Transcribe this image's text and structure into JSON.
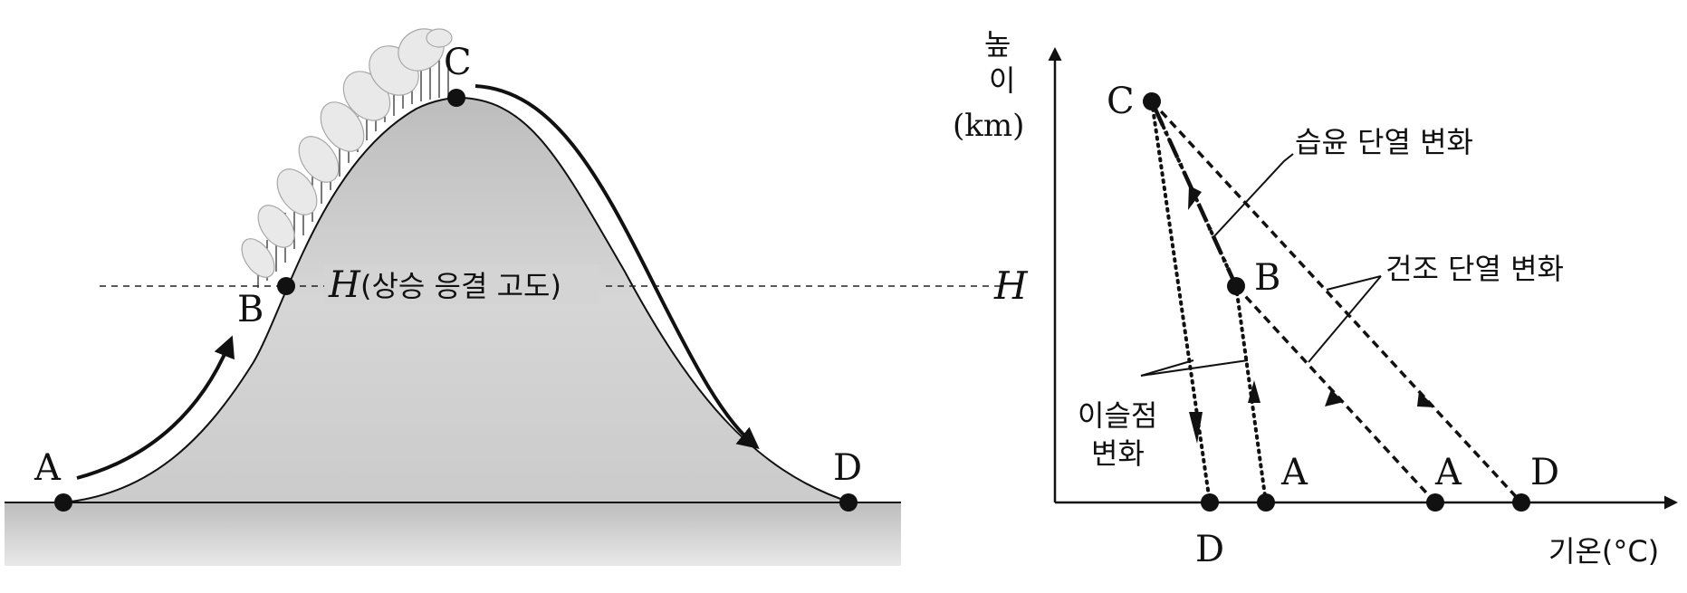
{
  "mountain": {
    "points": {
      "a": "A",
      "b": "B",
      "c": "C",
      "d": "D"
    },
    "h_symbol": "H",
    "h_caption": "(상승 응결 고도)"
  },
  "graph": {
    "y_axis_label": {
      "line1": "높",
      "line2": "이",
      "line3": "(km)"
    },
    "x_axis_label": "기온(°C)",
    "h_symbol": "H",
    "points": {
      "c": "C",
      "b": "B",
      "a_dew": "A",
      "a_temp": "A",
      "d_temp": "D",
      "d_dew": "D"
    },
    "legend": {
      "moist": "습윤 단열 변화",
      "dry": "건조 단열 변화",
      "dew_line1": "이슬점",
      "dew_line2": "변화"
    }
  },
  "colors": {
    "mountain_fill": "#cfcfcf",
    "ground": "#c4c4c4",
    "ink": "#111111",
    "cloud": "#e6e6e6"
  }
}
